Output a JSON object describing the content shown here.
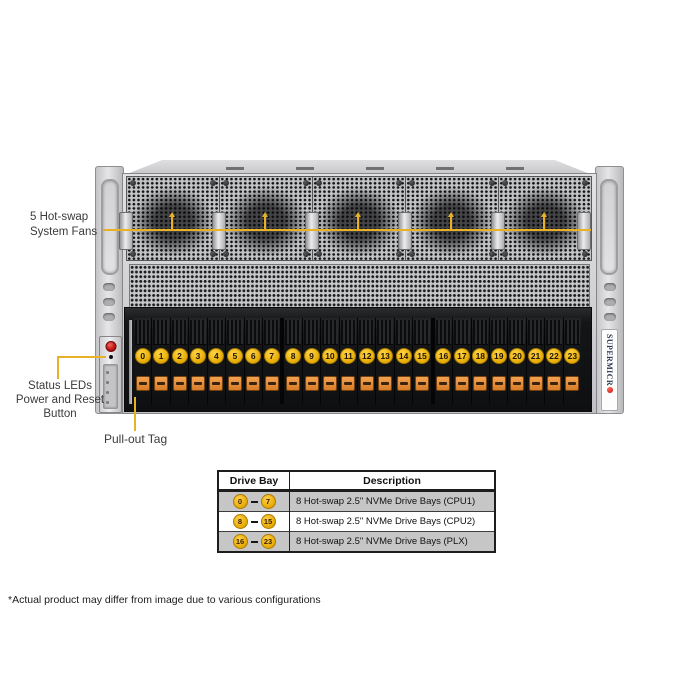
{
  "callouts": {
    "fans": {
      "line1": "5 Hot-swap",
      "line2": "System Fans"
    },
    "status": {
      "line1": "Status LEDs",
      "line2": "Power and Reset",
      "line3": "Button"
    },
    "pullout": {
      "label": "Pull-out Tag"
    }
  },
  "server": {
    "badge_text": "SUPERMICR",
    "fan_count": 5,
    "drive_bay_numbers": [
      "0",
      "1",
      "2",
      "3",
      "4",
      "5",
      "6",
      "7",
      "8",
      "9",
      "10",
      "11",
      "12",
      "13",
      "14",
      "15",
      "16",
      "17",
      "18",
      "19",
      "20",
      "21",
      "22",
      "23"
    ]
  },
  "table": {
    "headers": [
      "Drive Bay",
      "Description"
    ],
    "rows": [
      {
        "from": "0",
        "to": "7",
        "description": "8 Hot-swap 2.5\" NVMe Drive Bays (CPU1)"
      },
      {
        "from": "8",
        "to": "15",
        "description": "8 Hot-swap 2.5\" NVMe Drive Bays (CPU2)"
      },
      {
        "from": "16",
        "to": "23",
        "description": "8 Hot-swap 2.5\" NVMe Drive Bays (PLX)"
      }
    ]
  },
  "footer": {
    "note": "*Actual product may differ from image due to various configurations"
  },
  "colors": {
    "callout_yellow": "#e9b224",
    "bay_number_fill": "#e9b00a",
    "latch_orange": "#d87c28",
    "table_alt_row": "#c6c6c6",
    "badge_dot_red": "#c40c0c"
  }
}
